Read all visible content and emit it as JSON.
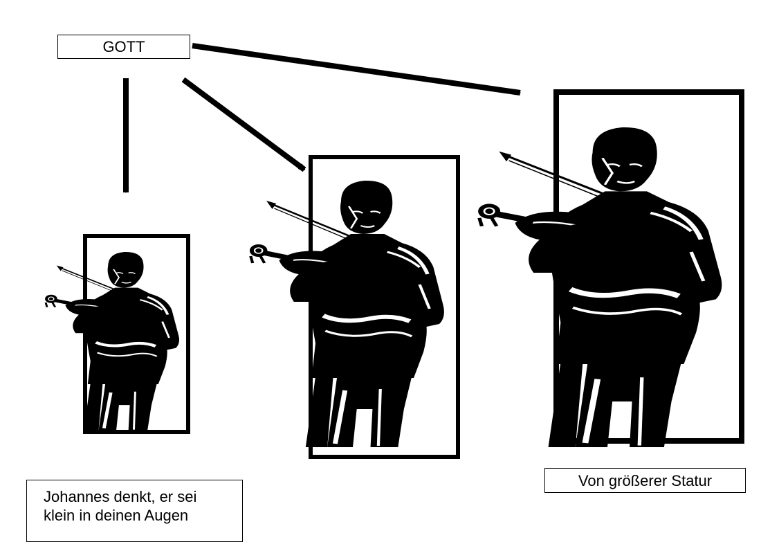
{
  "diagram": {
    "top_label": "GOTT",
    "left_caption": "Johannes denkt, er sei klein in deinen Augen",
    "right_caption": "Von größerer Statur"
  },
  "figures": [
    {
      "icon": "violinist-icon",
      "size": "small"
    },
    {
      "icon": "violinist-icon",
      "size": "medium"
    },
    {
      "icon": "violinist-icon",
      "size": "large"
    }
  ],
  "colors": {
    "ink": "#000000",
    "paper": "#ffffff"
  }
}
